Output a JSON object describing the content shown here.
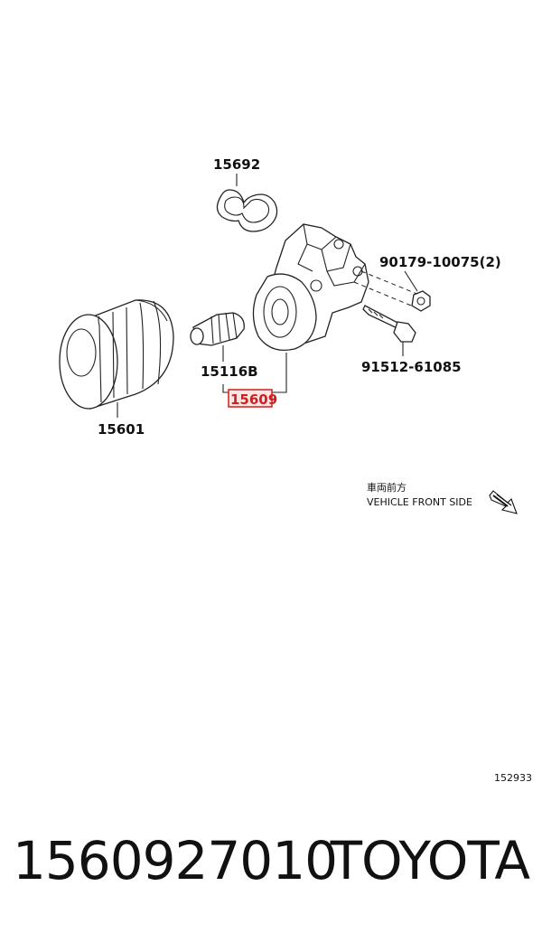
{
  "parts": {
    "p15692": "15692",
    "p90179": "90179-10075(2)",
    "p15116b": "15116B",
    "p91512": "91512-61085",
    "p15609": "15609",
    "p15601": "15601"
  },
  "direction_note": {
    "line1": "車両前方",
    "line2": "VEHICLE FRONT SIDE"
  },
  "illustration_ref": "152933",
  "footer": {
    "part_number": "1560927010",
    "brand": "TOYOTA"
  },
  "colors": {
    "highlight": "#d21e1e",
    "line": "#222222"
  }
}
